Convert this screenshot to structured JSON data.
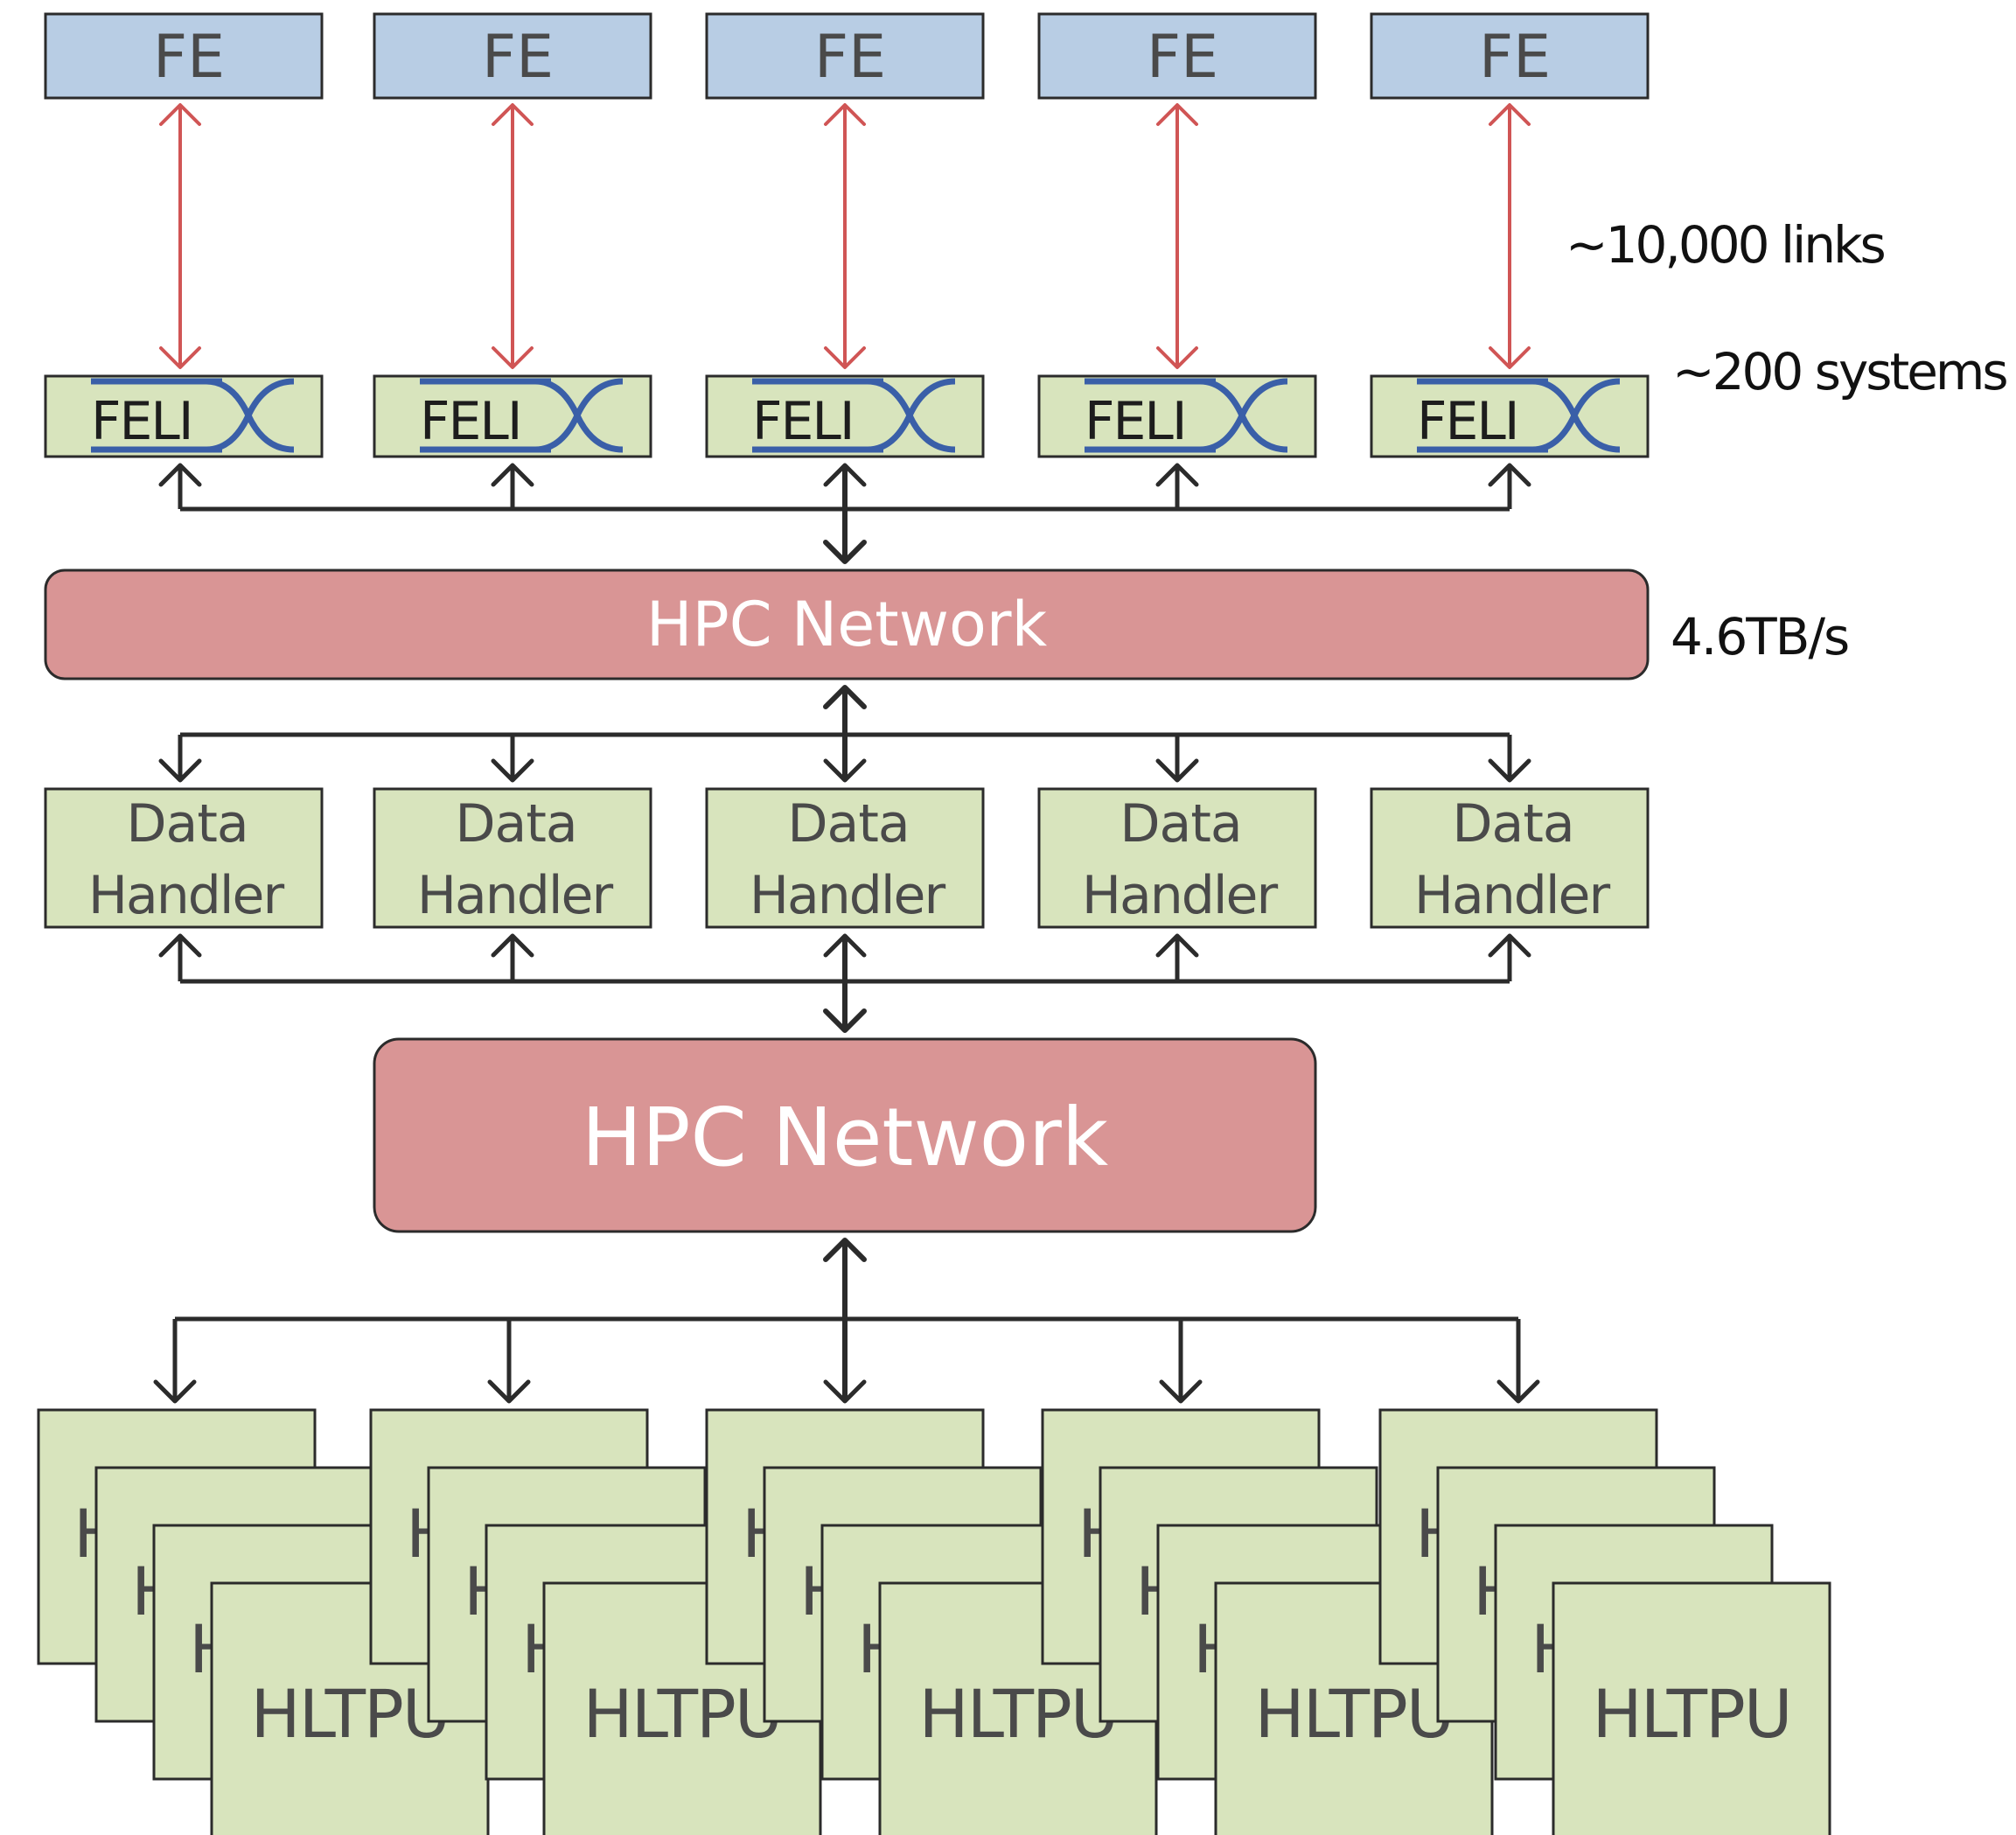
{
  "colors": {
    "fe_fill": "#b8cde4",
    "green_fill": "#d8e4bd",
    "network_fill": "#d99595",
    "red_link": "#d05555",
    "black_link": "#2b2b2b",
    "felix_blue": "#3a5fa8"
  },
  "fe_row": {
    "label": "FE",
    "count": 5
  },
  "felix_row": {
    "label_main": "FELI",
    "label_x": "X",
    "count": 5
  },
  "annotations": {
    "links": "~10,000 links",
    "systems": "~200 systems",
    "bandwidth": "4.6TB/s"
  },
  "network_upper": {
    "label": "HPC Network"
  },
  "data_handler_row": {
    "line1": "Data",
    "line2": "Handler",
    "count": 5
  },
  "network_lower": {
    "label": "HPC Network"
  },
  "hltpu": {
    "label": "HLTPU",
    "hidden_prefix": "H",
    "columns": 5,
    "stack_depth": 4
  }
}
